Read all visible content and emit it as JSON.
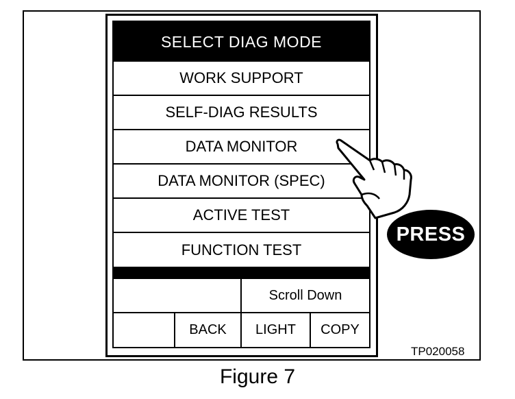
{
  "screen": {
    "title": "SELECT DIAG MODE",
    "menu_items": [
      {
        "label": "WORK SUPPORT"
      },
      {
        "label": "SELF-DIAG RESULTS"
      },
      {
        "label": "DATA MONITOR"
      },
      {
        "label": "DATA MONITOR (SPEC)"
      },
      {
        "label": "ACTIVE TEST"
      },
      {
        "label": "FUNCTION TEST"
      }
    ],
    "scroll_down_label": "Scroll Down",
    "back_label": "BACK",
    "light_label": "LIGHT",
    "copy_label": "COPY"
  },
  "callout": {
    "press_label": "PRESS",
    "hand_icon": "pointing-hand-icon"
  },
  "figure": {
    "code": "TP020058",
    "caption": "Figure 7"
  }
}
